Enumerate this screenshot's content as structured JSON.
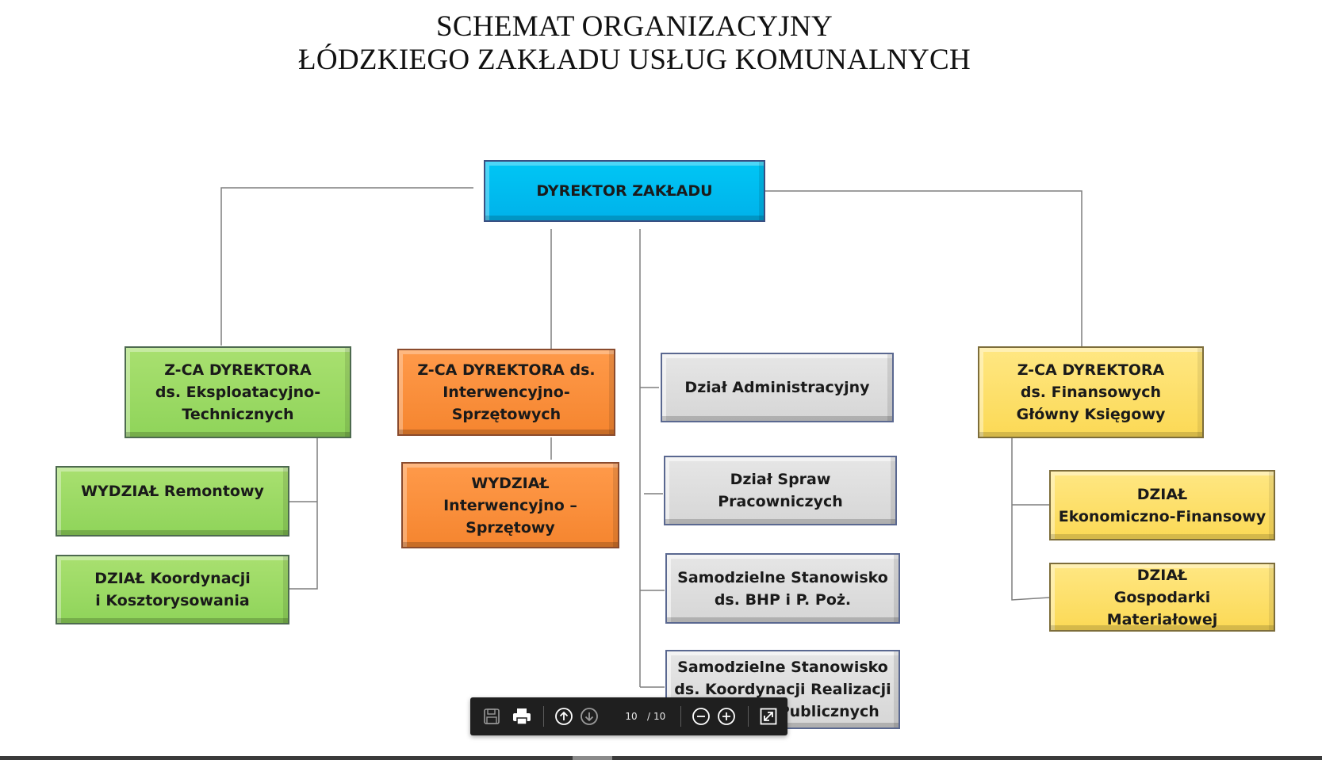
{
  "title": {
    "line1": "SCHEMAT ORGANIZACYJNY",
    "line2": "ŁÓDZKIEGO ZAKŁADU USŁUG KOMUNALNYCH"
  },
  "nodes": {
    "director": "DYREKTOR ZAKŁADU",
    "deputy_exploitation": "Z-CA DYREKTORA\nds. Eksploatacyjno-\nTechnicznych",
    "dept_repair": "WYDZIAŁ Remontowy",
    "dept_coordination": "DZIAŁ Koordynacji\ni Kosztorysowania",
    "deputy_intervention": "Z-CA DYREKTORA ds.\nInterwencyjno-\nSprzętowych",
    "dept_intervention": "WYDZIAŁ\nInterwencyjno –\nSprzętowy",
    "dept_admin": "Dział Administracyjny",
    "dept_hr": "Dział Spraw Pracowniczych",
    "post_bhp": "Samodzielne Stanowisko\nds. BHP i P. Poż.",
    "post_procurement": "Samodzielne Stanowisko\nds. Koordynacji Realizacji\nZamówień Publicznych",
    "deputy_finance": "Z-CA DYREKTORA\nds. Finansowych\nGłówny Księgowy",
    "dept_economic": "DZIAŁ\nEkonomiczno-Finansowy",
    "dept_materials": "DZIAŁ\nGospodarki Materiałowej"
  },
  "colors": {
    "director": "#00b9ef",
    "exploitation": "#92d050",
    "intervention": "#f79646",
    "independent": "#d9d9d9",
    "finance": "#ffd966",
    "connector": "#7f7f7f"
  },
  "viewer": {
    "current_page": "10",
    "separator": "/",
    "total_pages": "10"
  }
}
